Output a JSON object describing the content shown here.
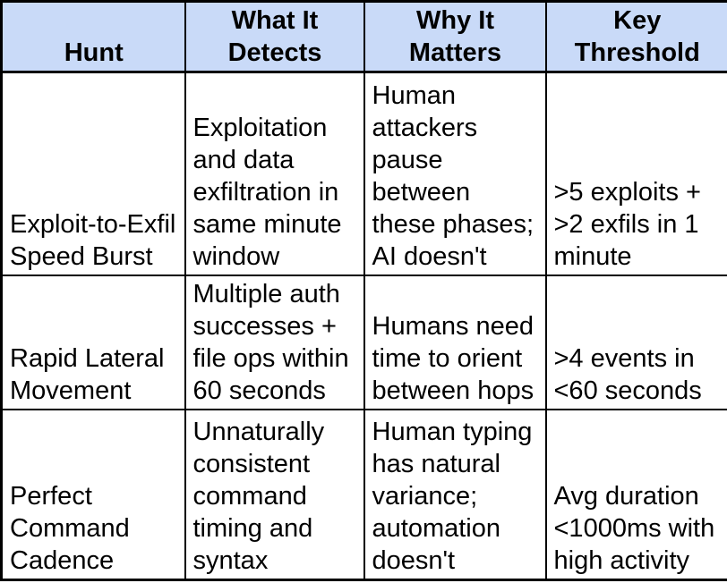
{
  "table": {
    "headers": [
      "Hunt",
      "What It\nDetects",
      "Why It\nMatters",
      "Key\nThreshold"
    ],
    "rows": [
      {
        "cells": [
          "Exploit-to-Exfil\nSpeed Burst",
          "Exploitation\nand data\nexfiltration in\nsame minute\nwindow",
          "Human\nattackers\npause\nbetween\nthese phases;\nAI doesn't",
          ">5 exploits +\n>2 exfils in 1\nminute"
        ]
      },
      {
        "cells": [
          "Rapid Lateral\nMovement",
          "Multiple auth\nsuccesses +\nfile ops within\n60 seconds",
          "Humans need\ntime to orient\nbetween hops",
          ">4 events in\n<60 seconds"
        ]
      },
      {
        "cells": [
          "Perfect\nCommand\nCadence",
          "Unnaturally\nconsistent\ncommand\ntiming and\nsyntax",
          "Human typing\nhas natural\nvariance;\nautomation\ndoesn't",
          "Avg duration\n<1000ms with\nhigh activity"
        ]
      }
    ]
  },
  "colors": {
    "header_bg": "#c9daf8",
    "border": "#000000",
    "text": "#000000",
    "body_bg": "#ffffff"
  }
}
